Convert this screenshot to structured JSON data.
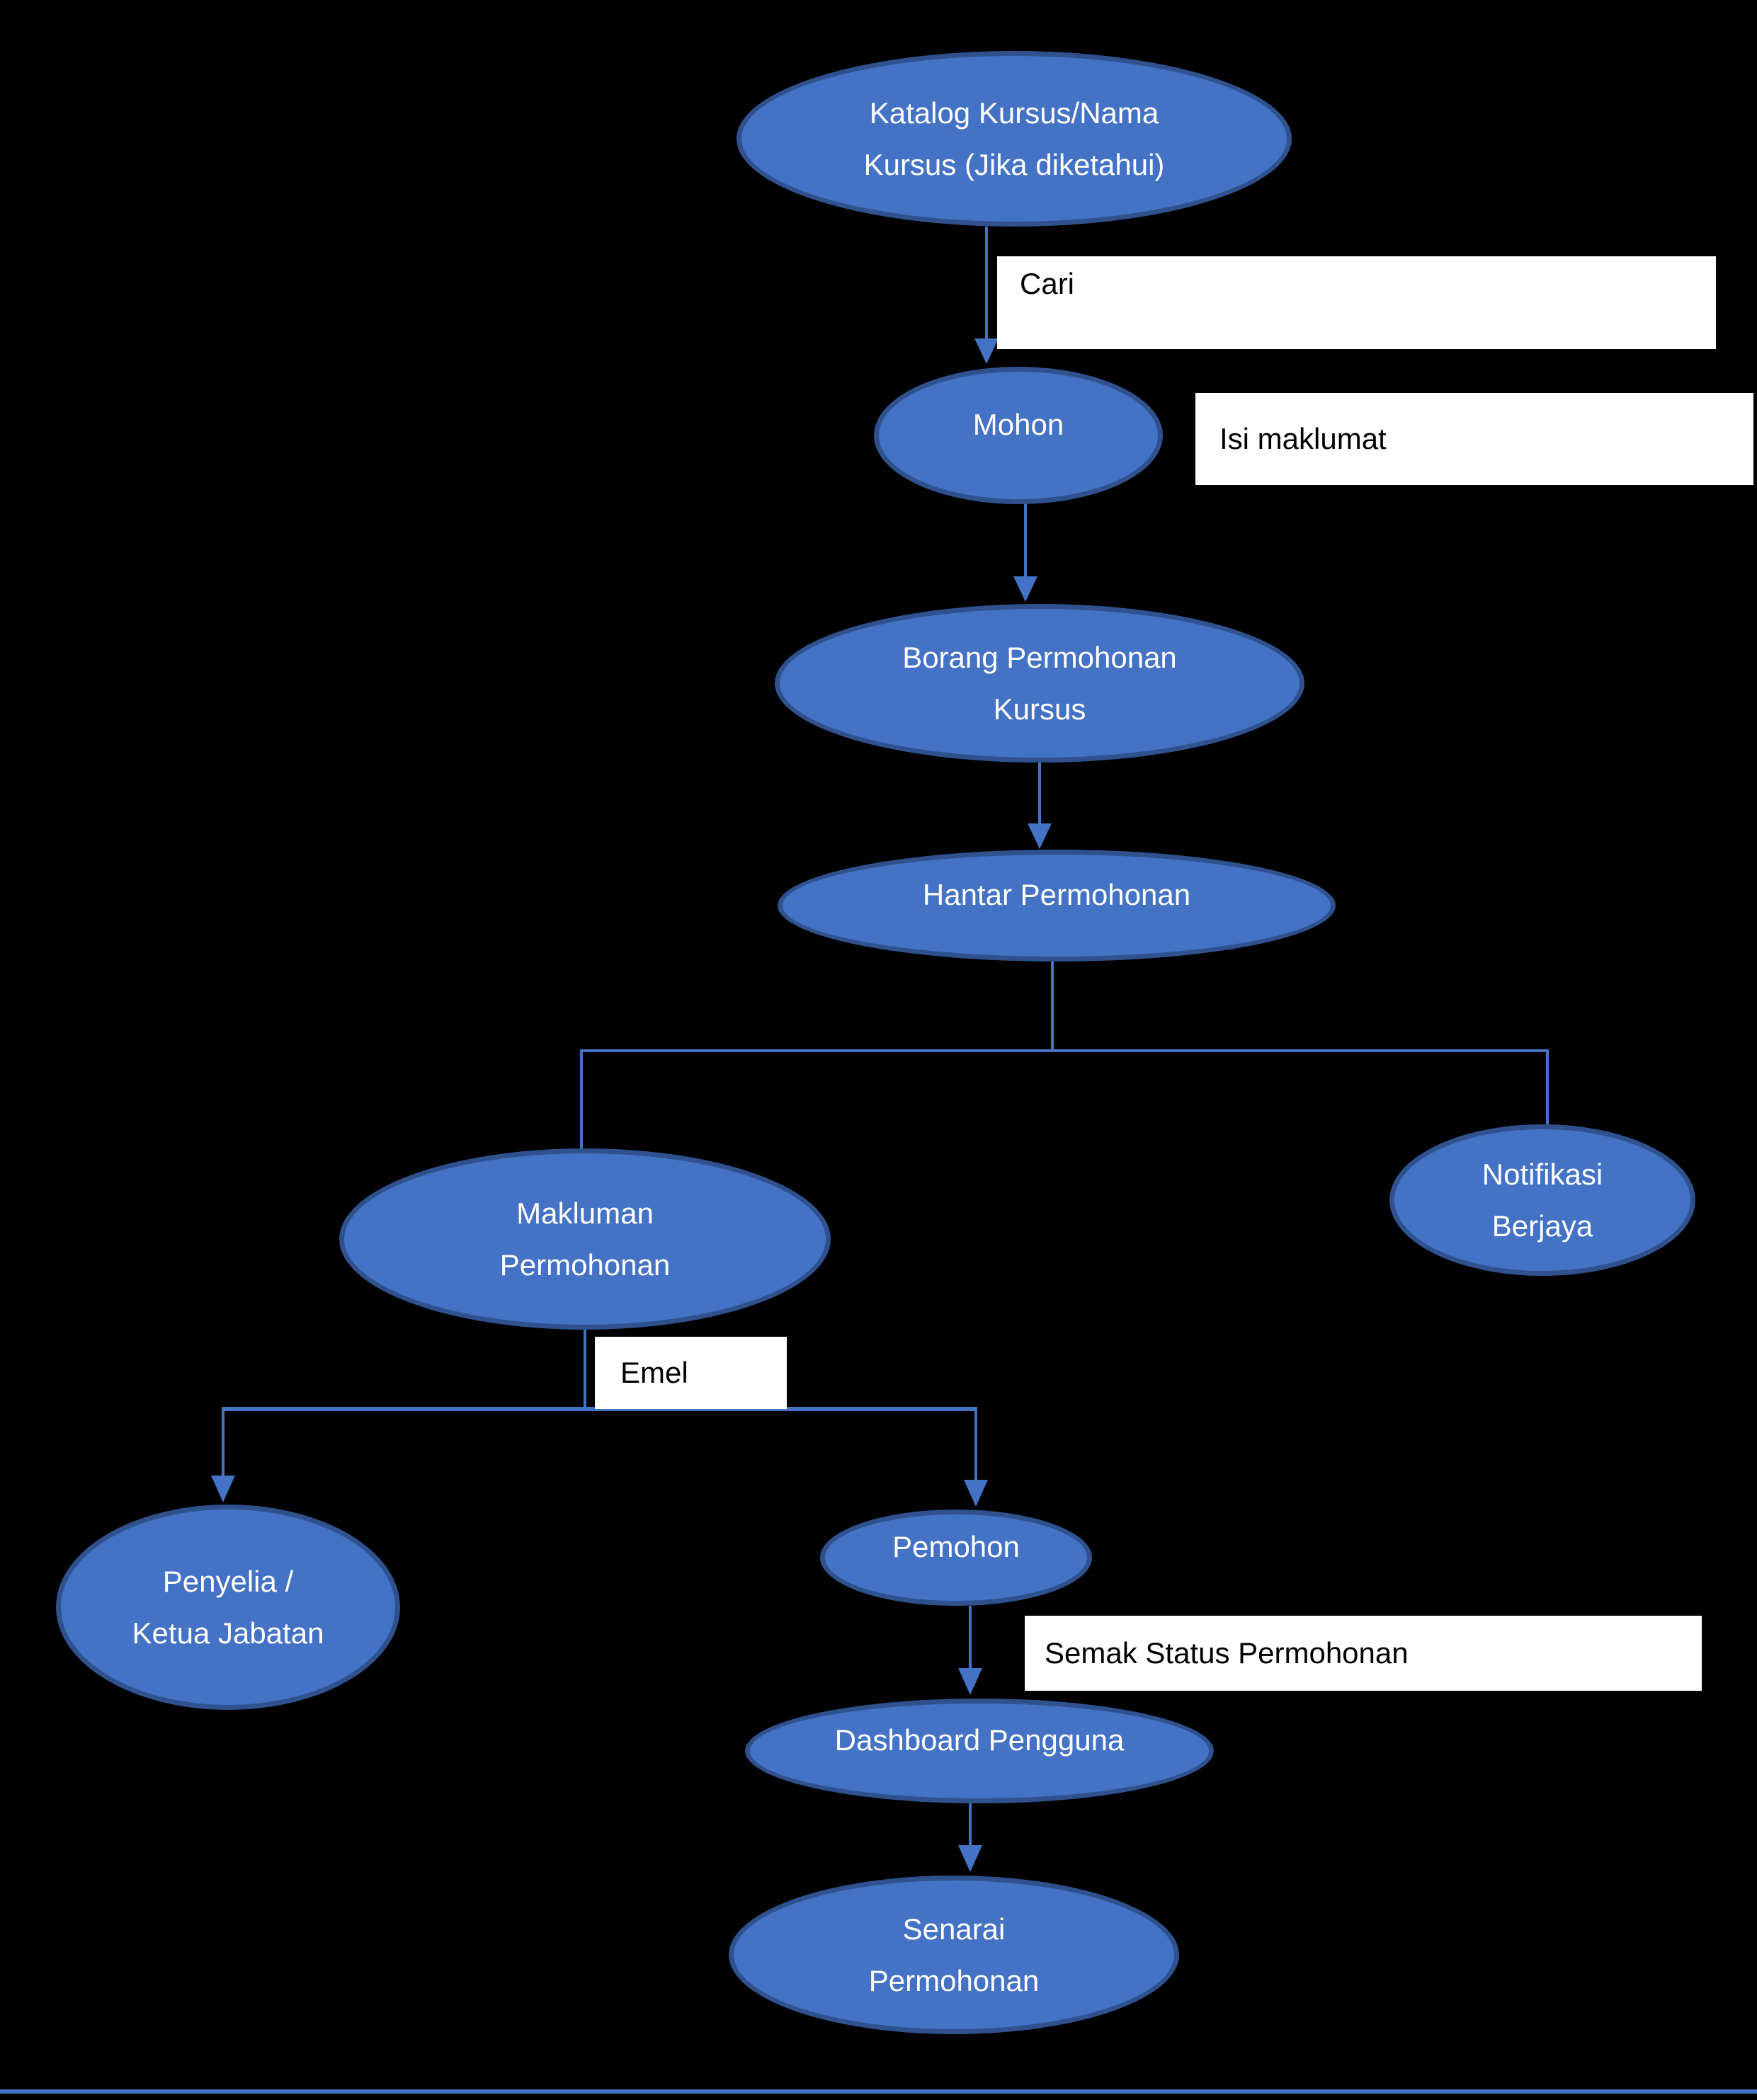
{
  "colors": {
    "background": "#000000",
    "node_fill": "#4472C4",
    "node_border": "#2F528F",
    "node_text": "#FFFFFF",
    "connector": "#4472C4",
    "label_bg": "#FFFFFF",
    "label_text": "#000000"
  },
  "nodes": {
    "katalog": {
      "label": "Katalog Kursus/Nama\nKursus (Jika diketahui)"
    },
    "mohon": {
      "label": "Mohon"
    },
    "borang": {
      "label": "Borang Permohonan\nKursus"
    },
    "hantar": {
      "label": "Hantar Permohonan"
    },
    "makluman": {
      "label": "Makluman\nPermohonan"
    },
    "notifikasi": {
      "label": "Notifikasi\nBerjaya"
    },
    "penyelia": {
      "label": "Penyelia /\nKetua Jabatan"
    },
    "pemohon": {
      "label": "Pemohon"
    },
    "dashboard": {
      "label": "Dashboard Pengguna"
    },
    "senarai": {
      "label": "Senarai\nPermohonan"
    }
  },
  "edge_labels": {
    "cari": "Cari",
    "isi_maklumat": "Isi maklumat",
    "emel": "Emel",
    "semak_status": "Semak Status Permohonan"
  }
}
